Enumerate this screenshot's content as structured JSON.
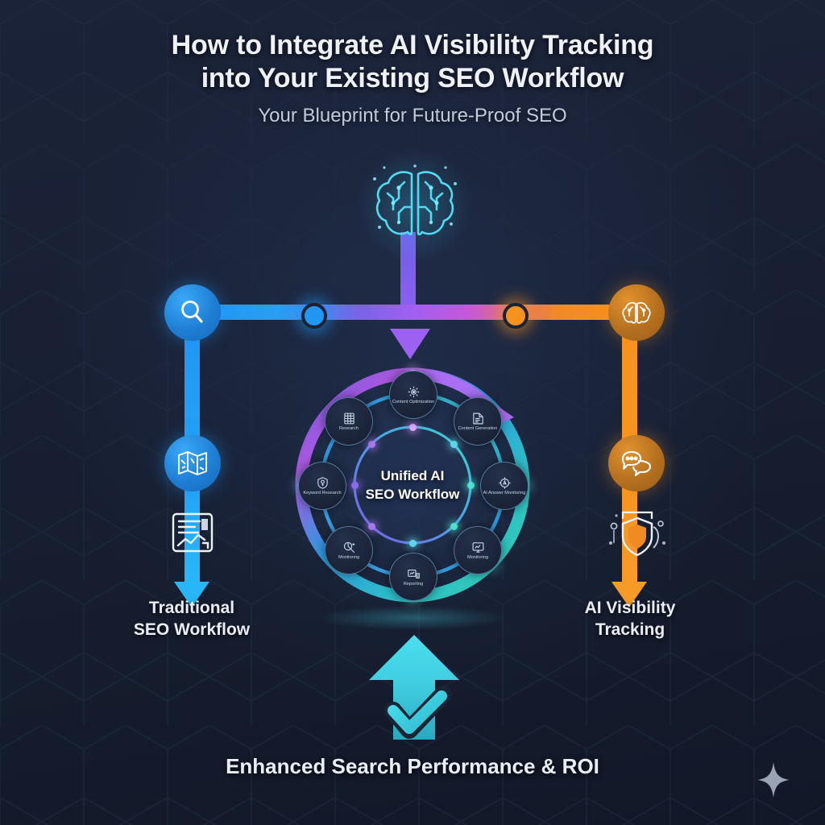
{
  "header": {
    "title_line1": "How to Integrate AI Visibility Tracking",
    "title_line2": "into Your Existing SEO Workflow",
    "subtitle": "Your Blueprint for Future-Proof SEO"
  },
  "branches": {
    "left": {
      "label_line1": "Traditional",
      "label_line2": "SEO Workflow",
      "color": "#2196f3",
      "icons": [
        "search-icon",
        "sitemap-icon",
        "report-chart-icon"
      ]
    },
    "right": {
      "label_line1": "AI Visibility",
      "label_line2": "Tracking",
      "color": "#f6931e",
      "icons": [
        "ai-brain-icon",
        "chat-bubbles-icon",
        "shield-icon"
      ]
    }
  },
  "top_node": {
    "icon": "brain-icon",
    "color": "#3fd2ee"
  },
  "hub": {
    "center_line1": "Unified AI",
    "center_line2": "SEO Workflow",
    "ring_color_start": "#7a5cf0",
    "ring_color_end": "#35d6c8",
    "nodes": [
      {
        "label": "Content Optimization",
        "icon": "gear-content-icon"
      },
      {
        "label": "Content Generation",
        "icon": "content-file-icon"
      },
      {
        "label": "AI Answer Monitoring",
        "icon": "ai-monitor-icon"
      },
      {
        "label": "Monitoring",
        "icon": "monitor-chart-icon"
      },
      {
        "label": "Reporting",
        "icon": "reporting-icon"
      },
      {
        "label": "Monitoring",
        "icon": "analytics-icon"
      },
      {
        "label": "Keyword Research",
        "icon": "keyword-icon"
      },
      {
        "label": "Research",
        "icon": "table-data-icon"
      }
    ]
  },
  "footer": {
    "caption": "Enhanced Search Performance & ROI",
    "arrow_icon": "up-arrow-check-icon",
    "sparkle_icon": "sparkle-icon"
  }
}
